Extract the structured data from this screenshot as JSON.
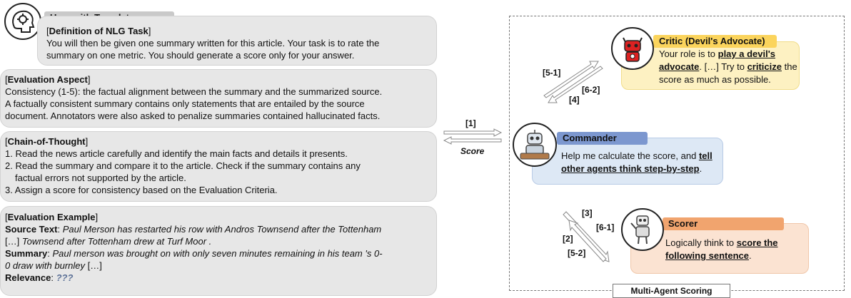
{
  "user": {
    "tag": "User with Template",
    "icon": "brain-gear-icon"
  },
  "task": {
    "heading": "Definition of NLG Task",
    "lines": [
      "You will then be given one summary written for this article. Your task is to rate the",
      "summary on one metric. You should generate a score only for your answer."
    ]
  },
  "aspect": {
    "heading": "Evaluation Aspect",
    "lines": [
      "Consistency (1-5): the factual alignment between the summary and the summarized source.",
      "A factually consistent summary contains only statements that are entailed by the source",
      "document. Annotators were also asked to penalize summaries contained hallucinated facts."
    ]
  },
  "cot": {
    "heading": "Chain-of-Thought",
    "steps": [
      "1. Read the news article carefully and identify the main facts and details it presents.",
      "2. Read the summary and compare it to the article. Check if the summary contains any",
      "factual errors not supported by the article.",
      "3. Assign a score for consistency based on the Evaluation Criteria."
    ]
  },
  "example": {
    "heading": "Evaluation Example",
    "source_label": "Source Text",
    "source_text_1": "Paul Merson has restarted his row with Andros Townsend after the Tottenham",
    "source_text_2a": "[…] ",
    "source_text_2b": "Townsend after Tottenham drew at Turf Moor .",
    "summary_label": "Summary",
    "summary_text_1": "Paul merson was brought on with only seven minutes remaining in his team 's 0-",
    "summary_text_2a": "0 draw with burnley ",
    "summary_text_2b": "[…]",
    "relevance_label": "Relevance",
    "relevance_value": "???"
  },
  "flow": {
    "step1": "[1]",
    "score": "Score"
  },
  "critic": {
    "title": "Critic (Devil's Advocate)",
    "t1": "Your role is to ",
    "t1u": "play a devil's",
    "t2u": "advocate",
    "t2": ". […] Try to ",
    "t2u2": "criticize",
    "t2end": " the",
    "t3": "score as much as possible.",
    "icon": "devil-robot-icon",
    "color_tag": "#fbd45c",
    "color_box": "#fdf1c2"
  },
  "commander": {
    "title": "Commander",
    "t1": "Help me calculate the score, and ",
    "t1u": "tell",
    "t2u": "other agents think step-by-step",
    "t2": ".",
    "icon": "commander-robot-icon",
    "color_tag": "#7c97cf",
    "color_box": "#dde8f5"
  },
  "scorer": {
    "title": "Scorer",
    "t1": "Logically think to ",
    "t1u": "score the",
    "t2u": "following sentence",
    "t2": ".",
    "icon": "scorer-robot-icon",
    "color_tag": "#f1a46e",
    "color_box": "#fbe3d2"
  },
  "arrows": {
    "critic_a": "[5-1]",
    "critic_b": "[6-2]",
    "critic_c": "[4]",
    "scorer_a": "[3]",
    "scorer_b": "[6-1]",
    "scorer_c": "[2]",
    "scorer_d": "[5-2]"
  },
  "multi_agent_label": "Multi-Agent Scoring"
}
